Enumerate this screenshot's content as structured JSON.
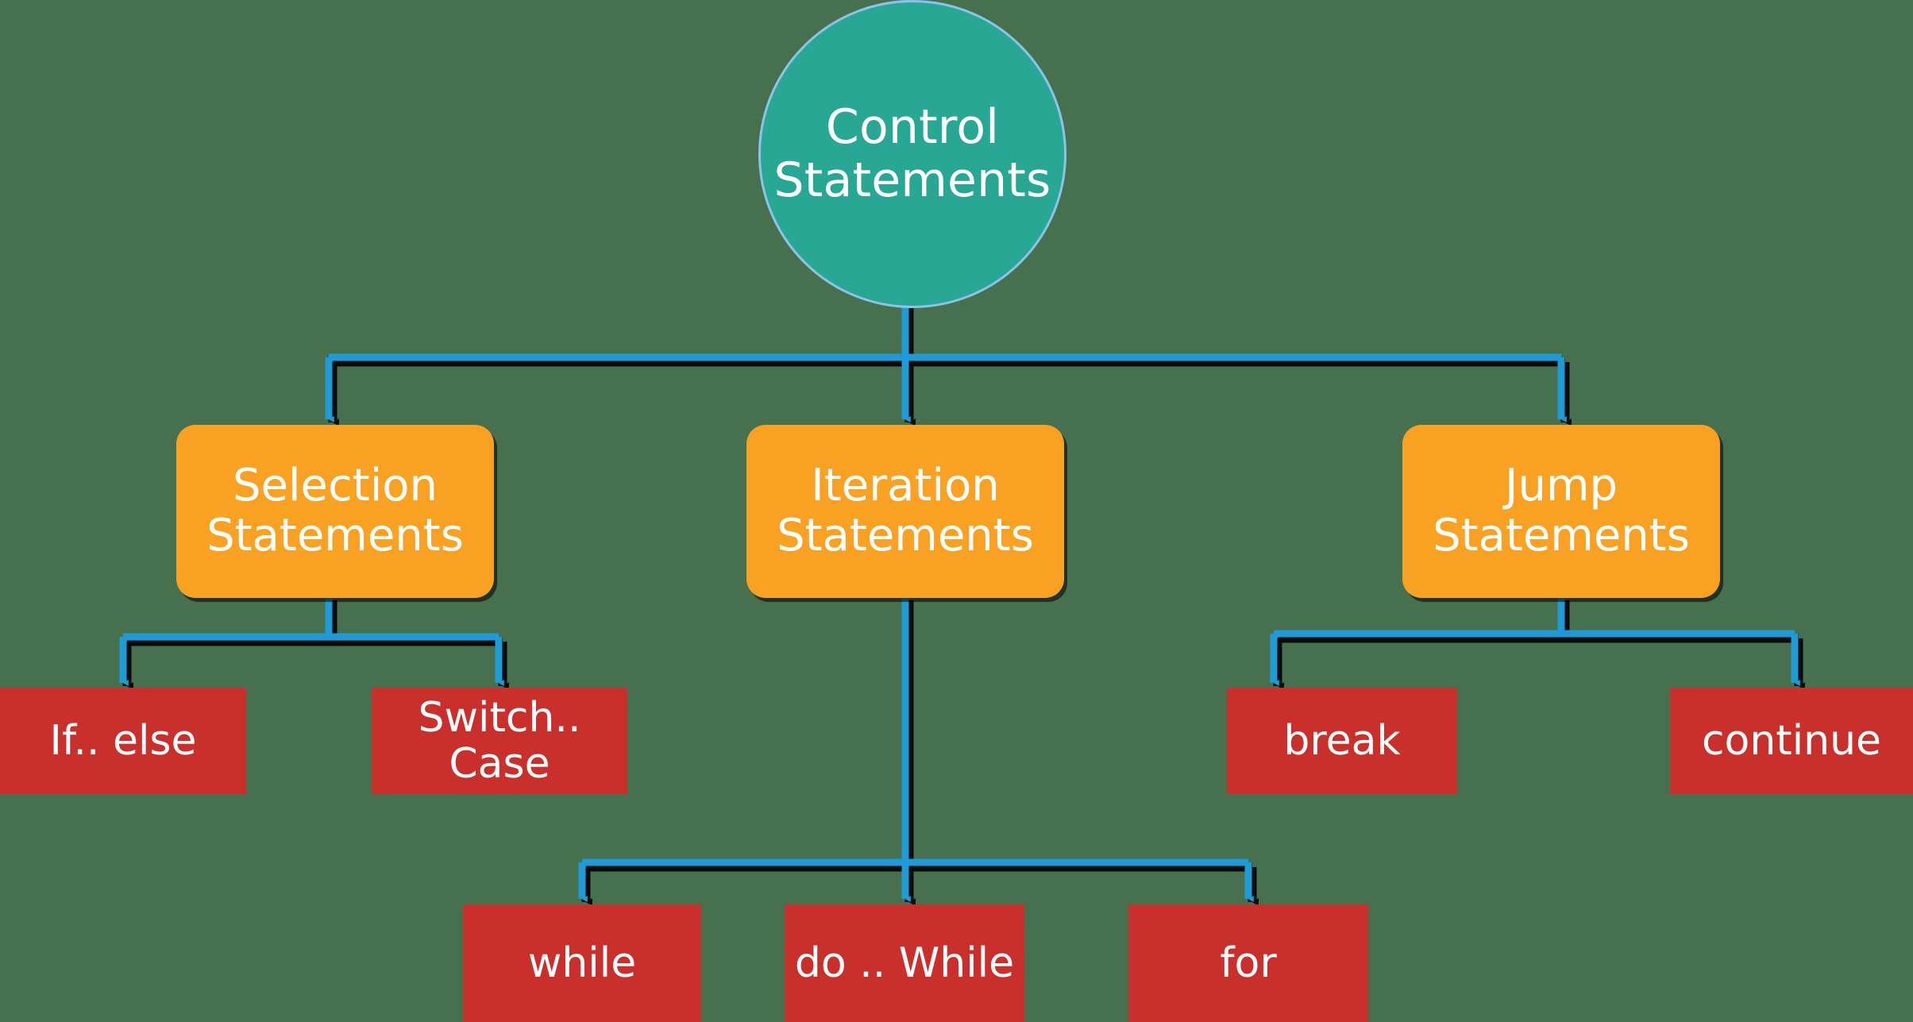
{
  "diagram": {
    "title": "Control Statements",
    "type": "hierarchy-tree",
    "background_color": "#47704F",
    "colors": {
      "root_fill": "#27A794",
      "root_border": "#8EC3E8",
      "category_fill": "#F9A122",
      "leaf_fill": "#C9302C",
      "connector": "#1E9BD7",
      "connector_shadow": "#0B0B0B",
      "text": "#FFFFFF"
    },
    "root": {
      "label": "Control\nStatements",
      "shape": "circle"
    },
    "categories": [
      {
        "id": "selection",
        "label": "Selection\nStatements",
        "shape": "rounded-rect",
        "children": [
          {
            "id": "if-else",
            "label": "If.. else",
            "shape": "rect"
          },
          {
            "id": "switch-case",
            "label": "Switch.. Case",
            "shape": "rect"
          }
        ]
      },
      {
        "id": "iteration",
        "label": "Iteration\nStatements",
        "shape": "rounded-rect",
        "children": [
          {
            "id": "while",
            "label": "while",
            "shape": "rect"
          },
          {
            "id": "do-while",
            "label": "do .. While",
            "shape": "rect"
          },
          {
            "id": "for",
            "label": "for",
            "shape": "rect"
          }
        ]
      },
      {
        "id": "jump",
        "label": "Jump\nStatements",
        "shape": "rounded-rect",
        "children": [
          {
            "id": "break",
            "label": "break",
            "shape": "rect"
          },
          {
            "id": "continue",
            "label": "continue",
            "shape": "rect"
          }
        ]
      }
    ]
  }
}
